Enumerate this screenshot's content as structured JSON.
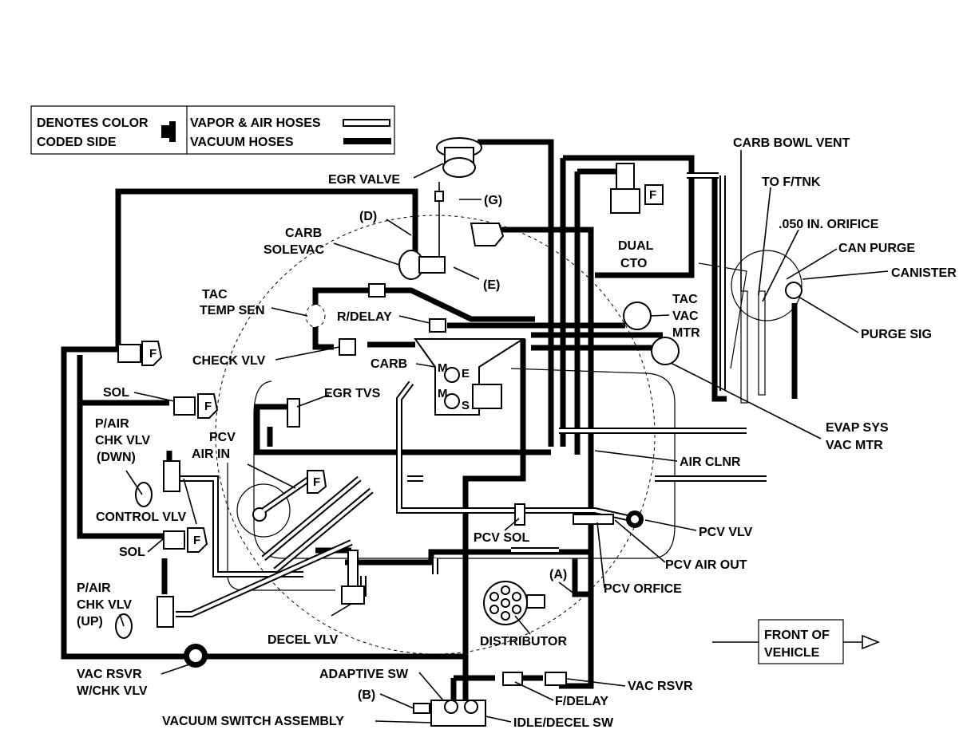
{
  "legend": {
    "denotes_line1": "DENOTES COLOR",
    "denotes_line2": "CODED SIDE",
    "vapor_air": "VAPOR & AIR HOSES",
    "vacuum": "VACUUM HOSES"
  },
  "labels": {
    "egr_valve": "EGR VALVE",
    "g": "(G)",
    "d": "(D)",
    "carb_solevac_1": "CARB",
    "carb_solevac_2": "SOLEVAC",
    "e": "(E)",
    "tac_temp_sen_1": "TAC",
    "tac_temp_sen_2": "TEMP SEN",
    "r_delay": "R/DELAY",
    "check_vlv": "CHECK VLV",
    "carb": "CARB",
    "sol_upper": "SOL",
    "egr_tvs": "EGR TVS",
    "p_air_chk_dwn_1": "P/AIR",
    "p_air_chk_dwn_2": "CHK VLV",
    "p_air_chk_dwn_3": "(DWN)",
    "pcv_air_in_1": "PCV",
    "pcv_air_in_2": "AIR IN",
    "control_vlv": "CONTROL VLV",
    "sol_lower": "SOL",
    "p_air_chk_up_1": "P/AIR",
    "p_air_chk_up_2": "CHK VLV",
    "p_air_chk_up_3": "(UP)",
    "vac_rsvr_chk_1": "VAC RSVR",
    "vac_rsvr_chk_2": "W/CHK VLV",
    "decel_vlv": "DECEL VLV",
    "adaptive_sw": "ADAPTIVE SW",
    "b": "(B)",
    "vacuum_switch_assembly": "VACUUM SWITCH ASSEMBLY",
    "idle_decel_sw": "IDLE/DECEL SW",
    "f_delay": "F/DELAY",
    "vac_rsvr": "VAC RSVR",
    "distributor": "DISTRIBUTOR",
    "a": "(A)",
    "pcv_orfice": "PCV ORFICE",
    "pcv_air_out": "PCV AIR OUT",
    "pcv_vlv": "PCV VLV",
    "pcv_sol": "PCV SOL",
    "air_clnr": "AIR CLNR",
    "evap_sys_1": "EVAP SYS",
    "evap_sys_2": "VAC MTR",
    "tac_vac_mtr_1": "TAC",
    "tac_vac_mtr_2": "VAC",
    "tac_vac_mtr_3": "MTR",
    "dual_cto_1": "DUAL",
    "dual_cto_2": "CTO",
    "carb_bowl_vent": "CARB BOWL VENT",
    "to_f_tnk": "TO F/TNK",
    "orifice_050": ".050 IN. ORIFICE",
    "can_purge": "CAN PURGE",
    "canister": "CANISTER",
    "purge_sig": "PURGE SIG",
    "front_1": "FRONT OF",
    "front_2": "VEHICLE"
  },
  "markers": {
    "f": "F",
    "m": "M",
    "e": "E",
    "s": "S"
  }
}
